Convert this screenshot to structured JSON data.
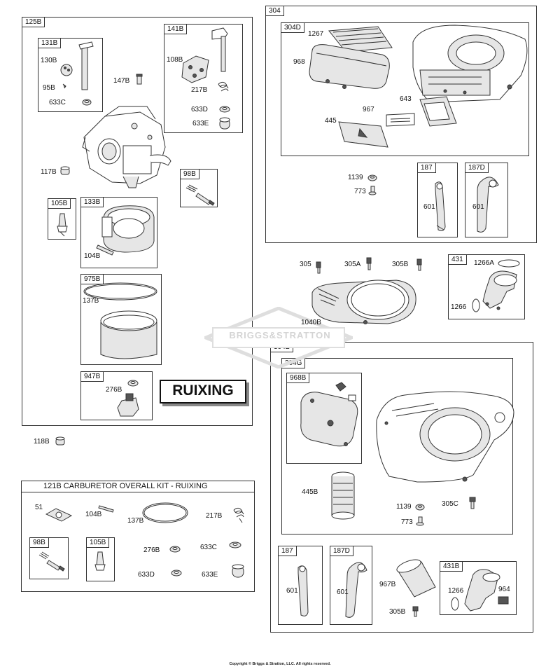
{
  "groups": {
    "g125B": "125B",
    "g131B": "131B",
    "g141B": "141B",
    "g98B": "98B",
    "g105B": "105B",
    "g133B": "133B",
    "g975B": "975B",
    "g947B": "947B",
    "g304": "304",
    "g304D": "304D",
    "g187a": "187",
    "g187Da": "187D",
    "g431": "431",
    "g304B": "304B",
    "g304G": "304G",
    "g968B": "968B",
    "g187b": "187",
    "g187Db": "187D",
    "g431B": "431B",
    "kit98B": "98B",
    "kit105B": "105B"
  },
  "labels": {
    "l130B": "130B",
    "l95B": "95B",
    "l633C": "633C",
    "l147B": "147B",
    "l108B": "108B",
    "l217B": "217B",
    "l633D": "633D",
    "l633E": "633E",
    "l117B": "117B",
    "l104B": "104B",
    "l137B": "137B",
    "l276B": "276B",
    "l118B": "118B",
    "l1267": "1267",
    "l968": "968",
    "l643": "643",
    "l967": "967",
    "l445": "445",
    "l1139": "1139",
    "l773": "773",
    "l601a": "601",
    "l601b": "601",
    "l305": "305",
    "l305A": "305A",
    "l305B": "305B",
    "l1266A": "1266A",
    "l1266": "1266",
    "l1040B": "1040B",
    "l445B": "445B",
    "l1139b": "1139",
    "l305C": "305C",
    "l773b": "773",
    "l601c": "601",
    "l601d": "601",
    "l967B": "967B",
    "l305Bb": "305B",
    "l1266b": "1266",
    "l964": "964",
    "k51": "51",
    "k104B": "104B",
    "k137B": "137B",
    "k217B": "217B",
    "k276B": "276B",
    "k633C": "633C",
    "k633D": "633D",
    "k633E": "633E"
  },
  "kit_title": "121B CARBURETOR OVERALL KIT - RUIXING",
  "ruixing_label": "RUIXING",
  "watermark": "BRIGGS&STRATTON",
  "copyright": "Copyright © Briggs & Stratton, LLC. All rights reserved."
}
